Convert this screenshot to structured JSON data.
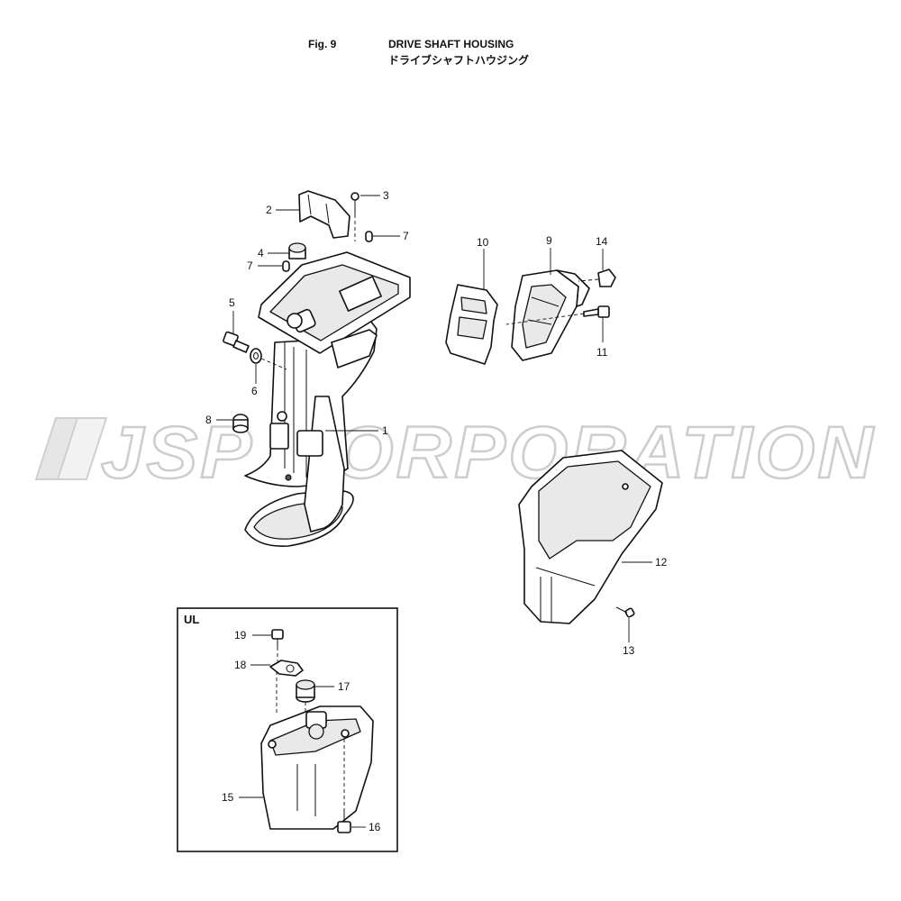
{
  "header": {
    "fig_label": "Fig. 9",
    "title_en": "DRIVE SHAFT HOUSING",
    "title_ja": "ドライブシャフトハウジング"
  },
  "watermark": {
    "text": "JSP CORPORATION",
    "color": "#d4d4d4"
  },
  "inset": {
    "label": "UL"
  },
  "callouts": [
    "1",
    "2",
    "3",
    "4",
    "5",
    "6",
    "7",
    "7",
    "8",
    "9",
    "10",
    "11",
    "12",
    "13",
    "14",
    "15",
    "16",
    "17",
    "18",
    "19"
  ]
}
